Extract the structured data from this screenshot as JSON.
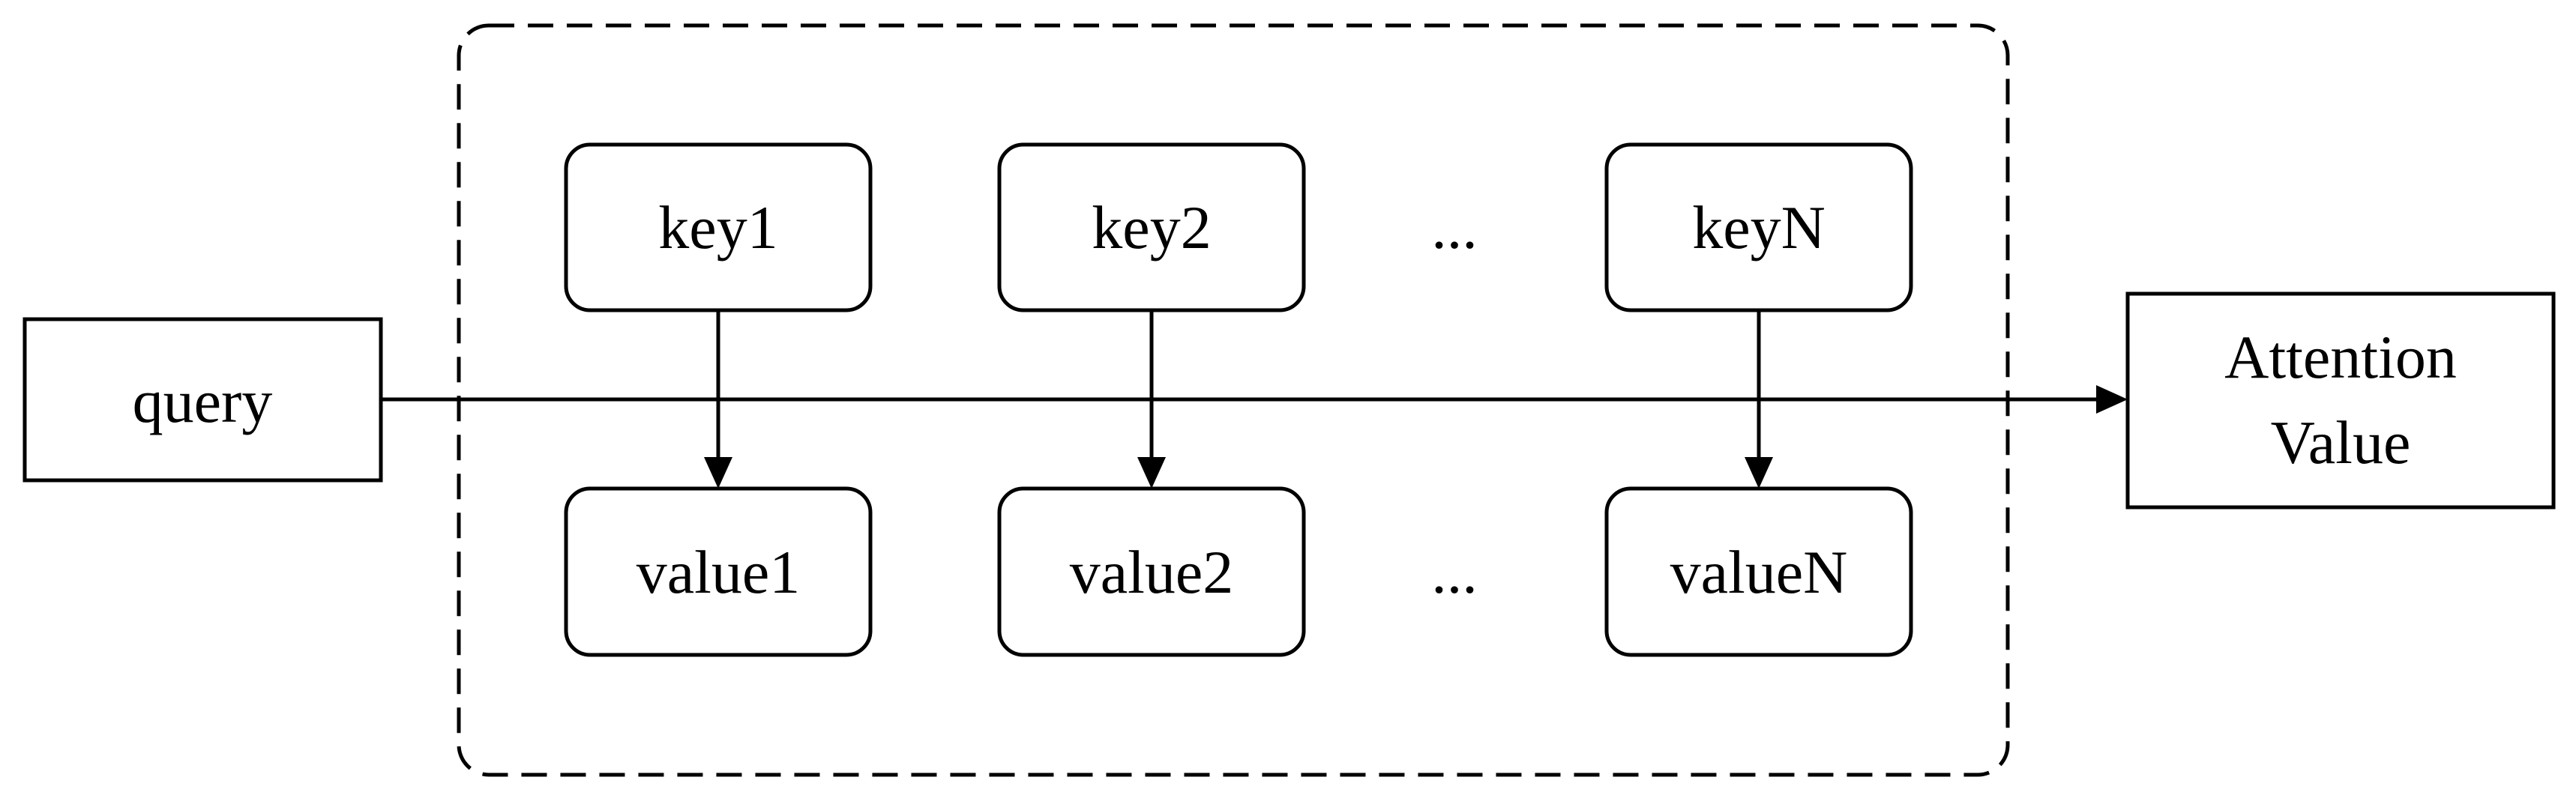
{
  "diagram": {
    "query": {
      "label": "query"
    },
    "output": {
      "line1": "Attention",
      "line2": "Value"
    },
    "keys": [
      {
        "label": "key1"
      },
      {
        "label": "key2"
      },
      {
        "label": "keyN"
      }
    ],
    "values": [
      {
        "label": "value1"
      },
      {
        "label": "value2"
      },
      {
        "label": "valueN"
      }
    ],
    "ellipsis": "..."
  },
  "colors": {
    "stroke": "#000000",
    "background": "#ffffff"
  }
}
